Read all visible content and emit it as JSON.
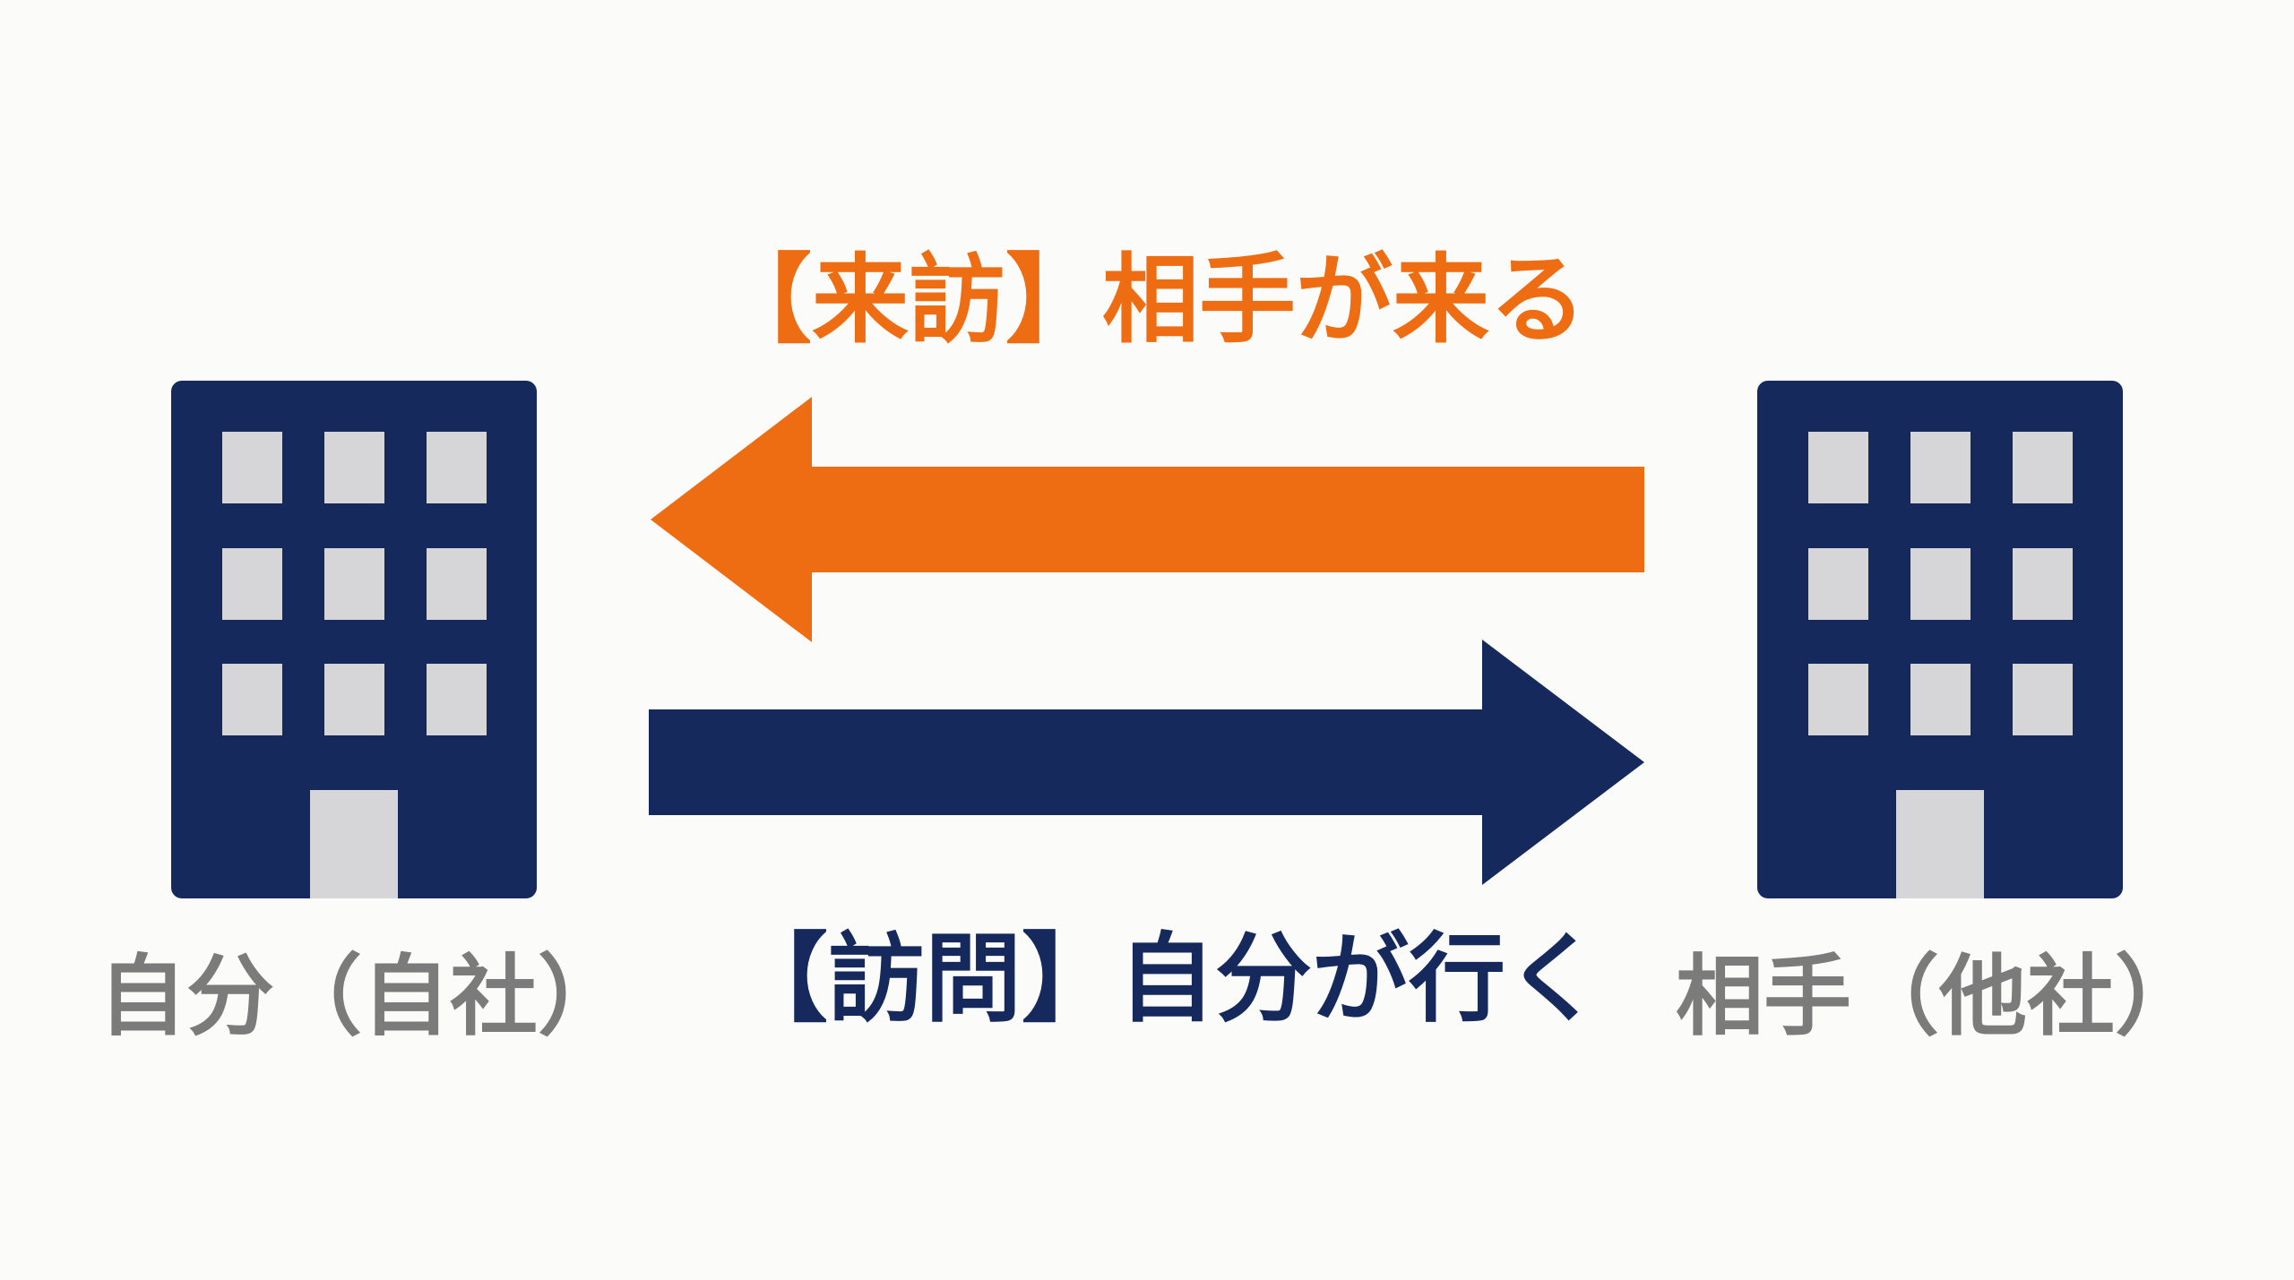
{
  "colors": {
    "background": "#fbfbf9",
    "accent_orange": "#ee6d12",
    "navy": "#15295d",
    "window_gray": "#d6d6d8",
    "label_gray": "#7b7b7b"
  },
  "arrows": {
    "visit_in": {
      "label": "【来訪】相手が来る",
      "direction": "left",
      "color_key": "accent_orange"
    },
    "visit_out": {
      "label": "【訪問】自分が行く",
      "direction": "right",
      "color_key": "navy"
    }
  },
  "buildings": {
    "self": {
      "label": "自分（自社）",
      "icon": "office-building-icon"
    },
    "partner": {
      "label": "相手（他社）",
      "icon": "office-building-icon"
    }
  }
}
